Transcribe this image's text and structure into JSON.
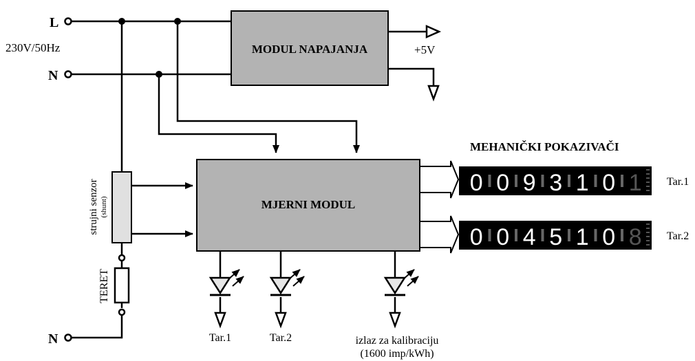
{
  "terminals": {
    "line_top": "L",
    "neutral_top": "N",
    "neutral_bottom": "N",
    "supply": "230V/50Hz"
  },
  "power_module": {
    "title": "MODUL NAPAJANJA",
    "output": "+5V"
  },
  "measure_module": {
    "title": "MJERNI MODUL"
  },
  "sensor": {
    "label": "strujni senzor",
    "sublabel": "(shunt)"
  },
  "load": {
    "label": "TERET"
  },
  "leds": {
    "tar1": "Tar.1",
    "tar2": "Tar.2",
    "calibration": "izlaz za kalibraciju",
    "calibration_rate": "(1600  imp/kWh)"
  },
  "counters": {
    "heading": "MEHANIČKI POKAZIVAČI",
    "rows": [
      {
        "label": "Tar.1",
        "digits": [
          "0",
          "0",
          "9",
          "3",
          "1",
          "0"
        ],
        "last_digit": "1"
      },
      {
        "label": "Tar.2",
        "digits": [
          "0",
          "0",
          "4",
          "5",
          "1",
          "0"
        ],
        "last_digit": "8"
      }
    ]
  },
  "colors": {
    "module_fill": "#b3b3b3",
    "sensor_fill": "#e0e0e0",
    "counter_bg": "#000000",
    "wire": "#000000"
  }
}
